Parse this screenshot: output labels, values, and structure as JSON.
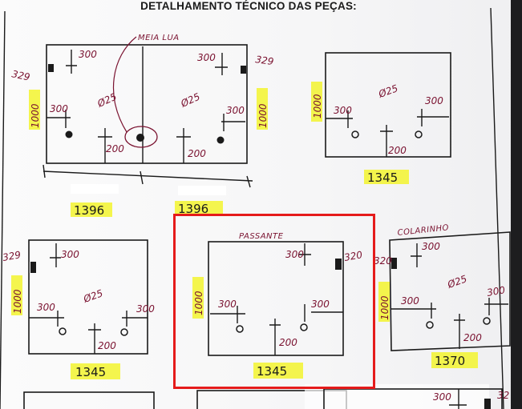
{
  "title": "DETALHAMENTO TÉCNICO DAS PEÇAS:",
  "colors": {
    "ink": "#1a1a1a",
    "handwriting": "#7a1230",
    "highlight": "#f3f43a",
    "selection": "#e51b1b"
  },
  "annotations": {
    "meia_lua": "MEIA LUA",
    "passante": "PASSANTE",
    "colarinho": "COLARINHO"
  },
  "part1": {
    "h": "1000",
    "corner_l": "329",
    "corner_r": "329",
    "d1": "300",
    "d2": "300",
    "d3": "300",
    "d4": "300",
    "d5": "200",
    "d6": "200",
    "dia1": "Ø25",
    "dia2": "Ø25",
    "width1": "1396",
    "width2": "1396"
  },
  "part2": {
    "h": "1000",
    "d1": "300",
    "d2": "300",
    "d3": "200",
    "dia": "Ø25",
    "width": "1345"
  },
  "part3": {
    "h": "1000",
    "corner": "329",
    "d1": "300",
    "d2": "300",
    "d3": "300",
    "d4": "200",
    "dia": "Ø25",
    "width": "1345"
  },
  "part4": {
    "h": "1000",
    "corner": "320",
    "d1": "300",
    "d2": "300",
    "d3": "300",
    "d4": "200",
    "width": "1345"
  },
  "part5": {
    "h": "1000",
    "corner": "320",
    "d1": "300",
    "d2": "300",
    "d3": "300",
    "d4": "200",
    "dia": "Ø25",
    "width": "1370"
  },
  "part6": {
    "d1": "300",
    "corner": "32"
  }
}
